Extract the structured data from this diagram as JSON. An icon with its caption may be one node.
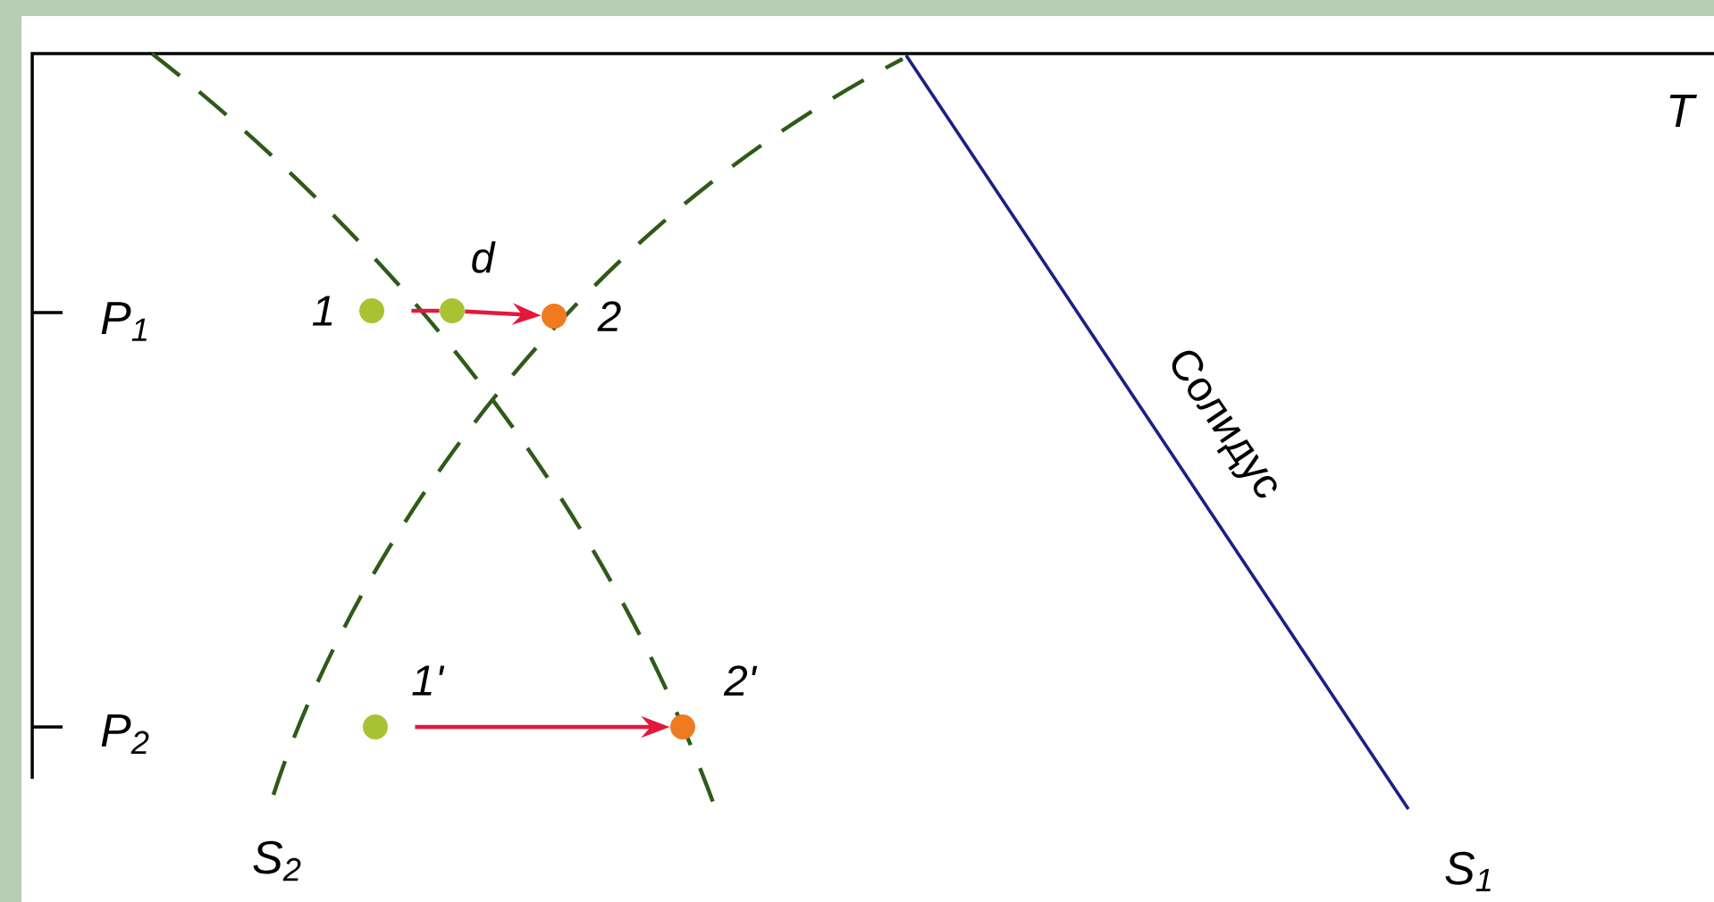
{
  "diagram": {
    "nodes": [
      {
        "text": [],
        "shape": "circle",
        "beside": [
          "1"
        ]
      },
      {
        "text": [],
        "shape": "circle",
        "beside": [
          "d"
        ]
      },
      {
        "text": [],
        "shape": "circle",
        "beside": [
          "2"
        ]
      },
      {
        "text": [],
        "shape": "circle",
        "beside": [
          "1'"
        ]
      },
      {
        "text": [],
        "shape": "circle",
        "beside": [
          "2'"
        ]
      }
    ],
    "edges": [
      {
        "from": 0,
        "to": 1,
        "arrow": "none"
      },
      {
        "from": 1,
        "to": 2,
        "arrow": "to"
      },
      {
        "from": 3,
        "to": 4,
        "arrow": "to"
      }
    ],
    "labels": [
      "T",
      "P$_{1}$",
      "Солидус",
      "P$_{2}$",
      "S$_{2}$",
      "S$_{1}$"
    ]
  }
}
